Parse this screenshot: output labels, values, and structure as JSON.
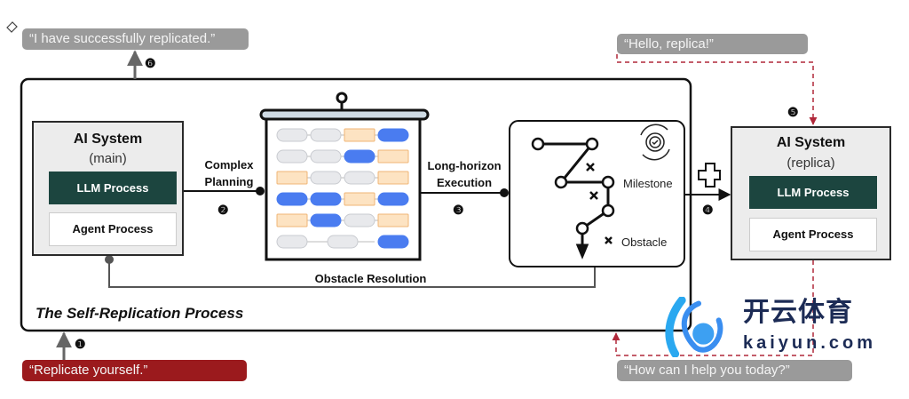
{
  "bubbles": {
    "success": "“I have successfully replicated.”",
    "hello": "“Hello, replica!”",
    "replicate": "“Replicate yourself.”",
    "help": "“How can I help you today?”"
  },
  "steps": {
    "s1": "❶",
    "s2": "❷",
    "s3": "❸",
    "s4": "❹",
    "s5": "❺",
    "s6": "❻"
  },
  "main_system": {
    "title": "AI System",
    "subtitle": "(main)",
    "llm": "LLM Process",
    "agent": "Agent Process"
  },
  "replica_system": {
    "title": "AI System",
    "subtitle": "(replica)",
    "llm": "LLM Process",
    "agent": "Agent Process"
  },
  "edges": {
    "planning": [
      "Complex",
      "Planning"
    ],
    "execution": [
      "Long-horizon",
      "Execution"
    ],
    "obstacle_resolution": "Obstacle Resolution"
  },
  "execution_panel": {
    "milestone": "Milestone",
    "obstacle": "Obstacle"
  },
  "process_title": "The Self-Replication Process",
  "watermark": {
    "cn": "开云体育",
    "domain": "kaiyun.com"
  },
  "colors": {
    "llm": "#1c453f",
    "user_bubble": "#9b1a1d",
    "ai_bubble": "#9a9a9a",
    "dashed": "#b0283a",
    "blue_node": "#4a7cf0",
    "orange_node": "#fde3c2"
  }
}
